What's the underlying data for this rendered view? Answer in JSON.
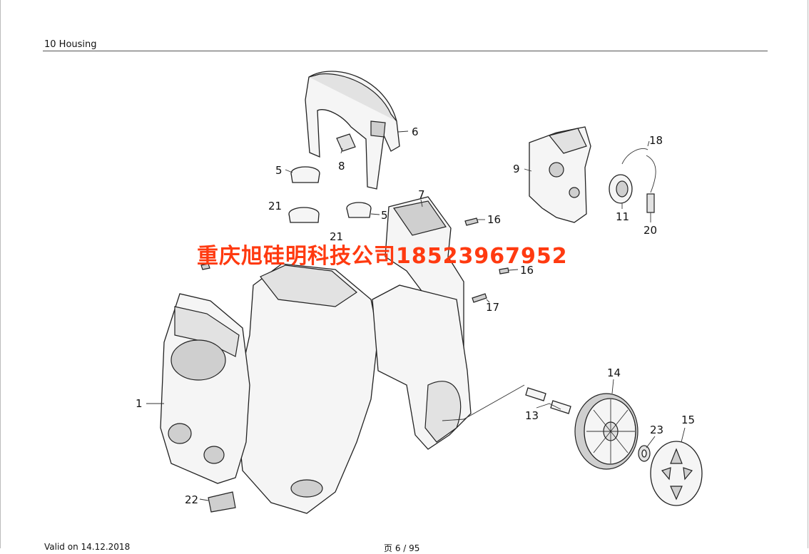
{
  "header": {
    "title": "10 Housing"
  },
  "watermark": {
    "text": "重庆旭硅明科技公司18523967952"
  },
  "footer": {
    "valid": "Valid on 14.12.2018",
    "page": "页 6 / 95"
  },
  "callouts": {
    "c1": "1",
    "c5a": "5",
    "c5b": "5",
    "c6": "6",
    "c7": "7",
    "c8": "8",
    "c9": "9",
    "c11": "11",
    "c13": "13",
    "c14": "14",
    "c15": "15",
    "c16a": "16",
    "c16b": "16",
    "c17": "17",
    "c18": "18",
    "c20": "20",
    "c21a": "21",
    "c21b": "21",
    "c22": "22",
    "c23": "23"
  }
}
